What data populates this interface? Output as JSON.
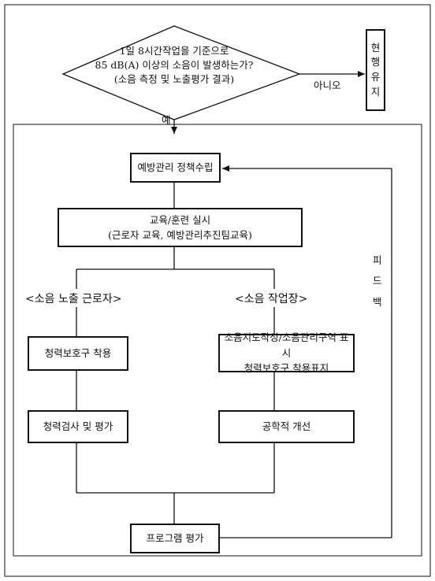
{
  "decision": {
    "lines": [
      "1일 8시간작업을 기준으로",
      "85 dB(A) 이상의 소음이 발생하는가?",
      "(소음 측정 및 노출평가 결과)"
    ],
    "yes_label": "예",
    "no_label": "아니오"
  },
  "maintain_box": {
    "chars": [
      "현",
      "행",
      "유",
      "지"
    ]
  },
  "steps": {
    "policy": "예방관리 정책수립",
    "training_line1": "교육/훈련 실시",
    "training_line2": "(근로자 교육, 예방관리추진팀교육)",
    "program_eval": "프로그램 평가"
  },
  "left_branch": {
    "title": "<소음 노출 근로자>",
    "step1": "청력보호구 착용",
    "step2": "청력검사 및 평가"
  },
  "right_branch": {
    "title": "<소음 작업장>",
    "step1_line1": "소음지도작성/소음관리구역 표시",
    "step1_line2": "청력보호구 착용표지",
    "step2": "공학적 개선"
  },
  "feedback": {
    "chars": [
      "피",
      "드",
      "백"
    ]
  }
}
